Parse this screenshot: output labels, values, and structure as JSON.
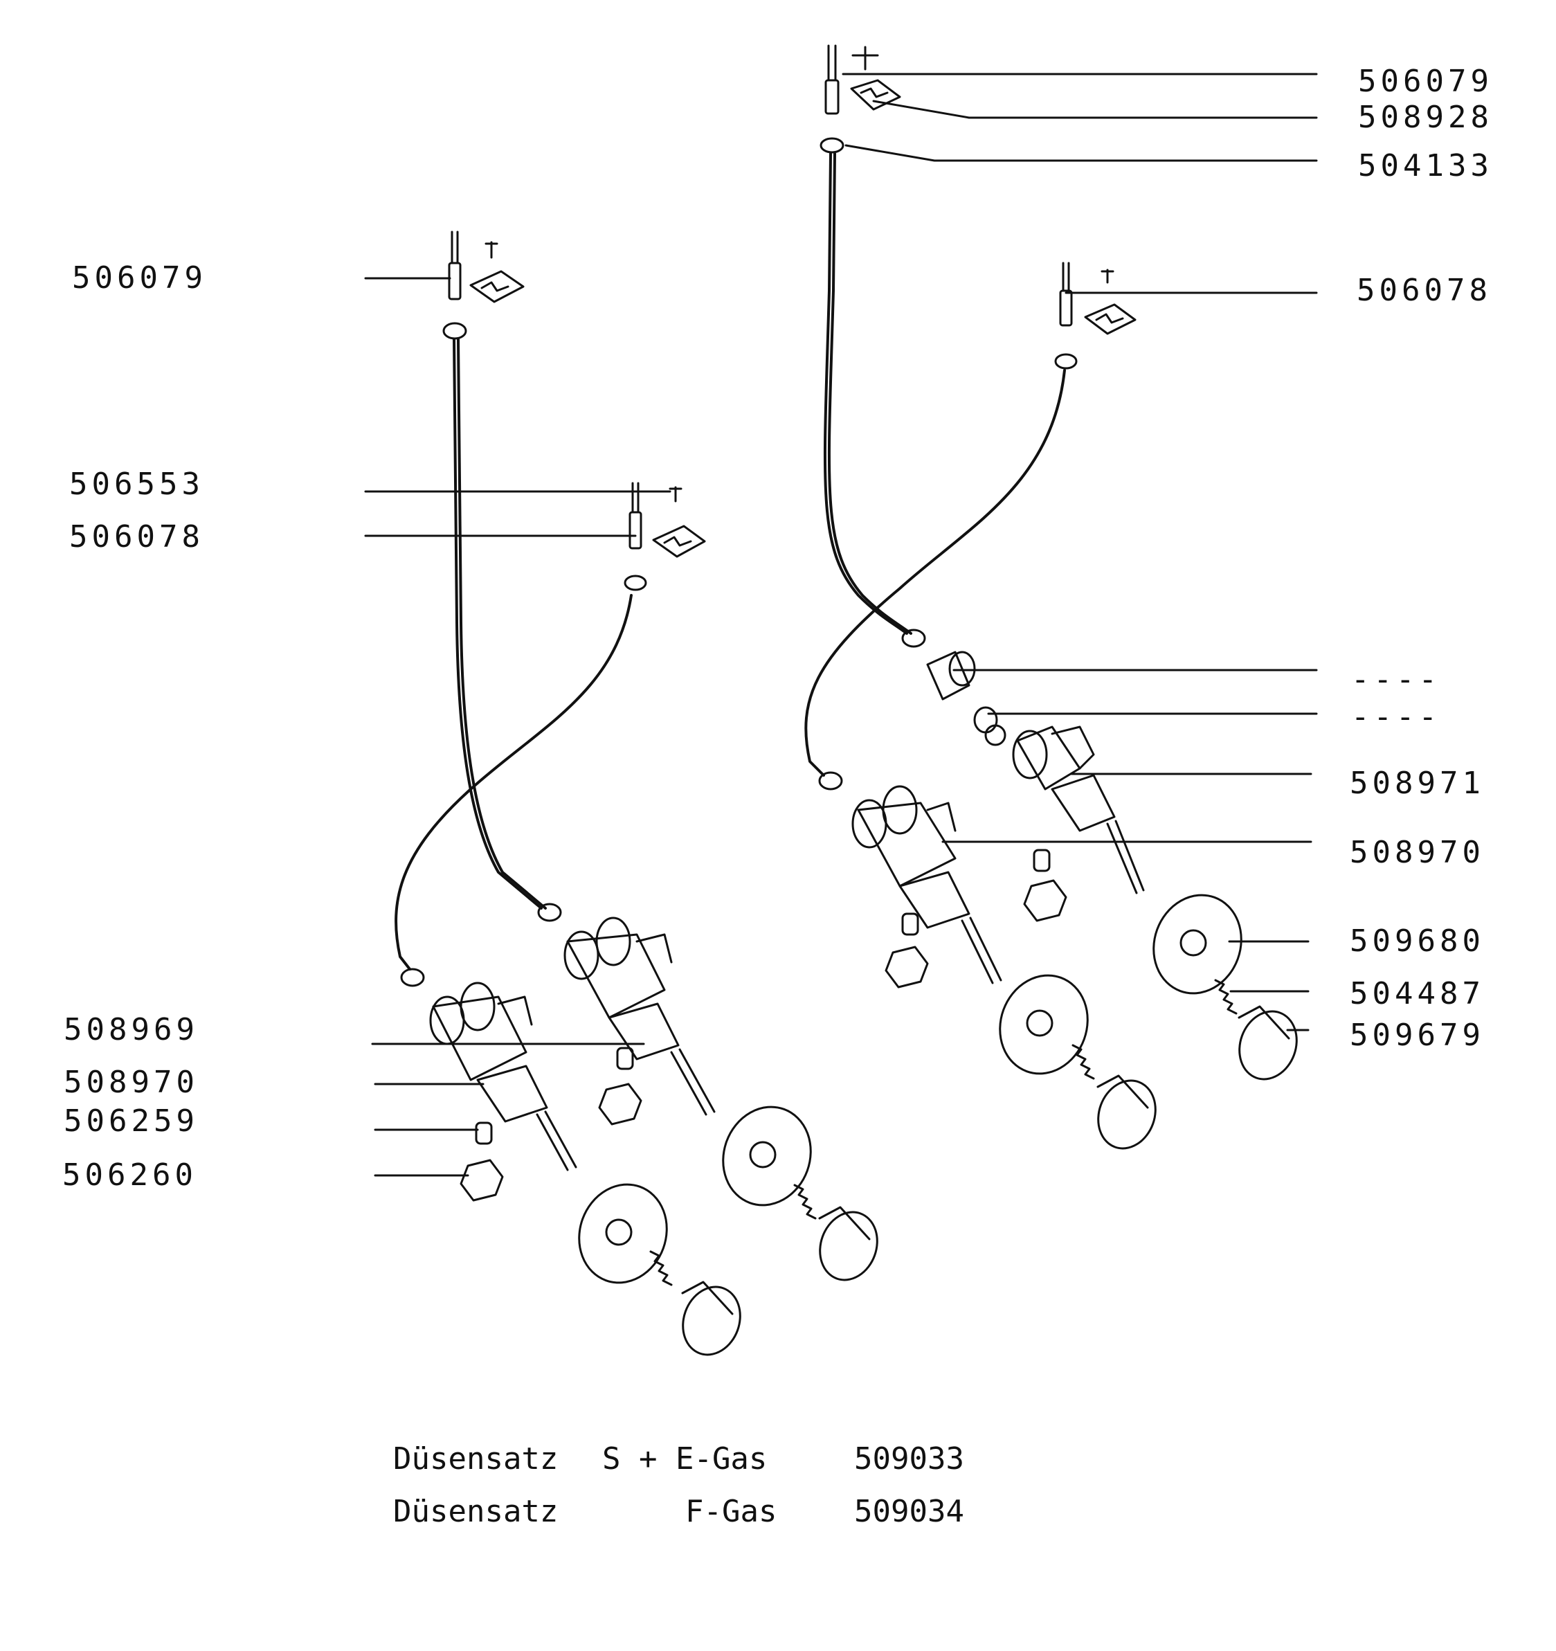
{
  "colors": {
    "ink": "#111111",
    "paper": "#ffffff"
  },
  "labels": {
    "r_506079": "506079",
    "r_508928": "508928",
    "r_504133": "504133",
    "r_506078": "506078",
    "r_dash1": "----",
    "r_dash2": "----",
    "r_508971": "508971",
    "r_508970": "508970",
    "r_509680": "509680",
    "r_504487": "504487",
    "r_509679": "509679",
    "l_506079": "506079",
    "l_506553": "506553",
    "l_506078": "506078",
    "l_508969": "508969",
    "l_508970": "508970",
    "l_506259": "506259",
    "l_506260": "506260"
  },
  "nozzle_sets": [
    {
      "name": "Düsensatz",
      "gas": "S + E-Gas",
      "part": "509033"
    },
    {
      "name": "Düsensatz",
      "gas": "F-Gas",
      "part": "509034"
    }
  ]
}
